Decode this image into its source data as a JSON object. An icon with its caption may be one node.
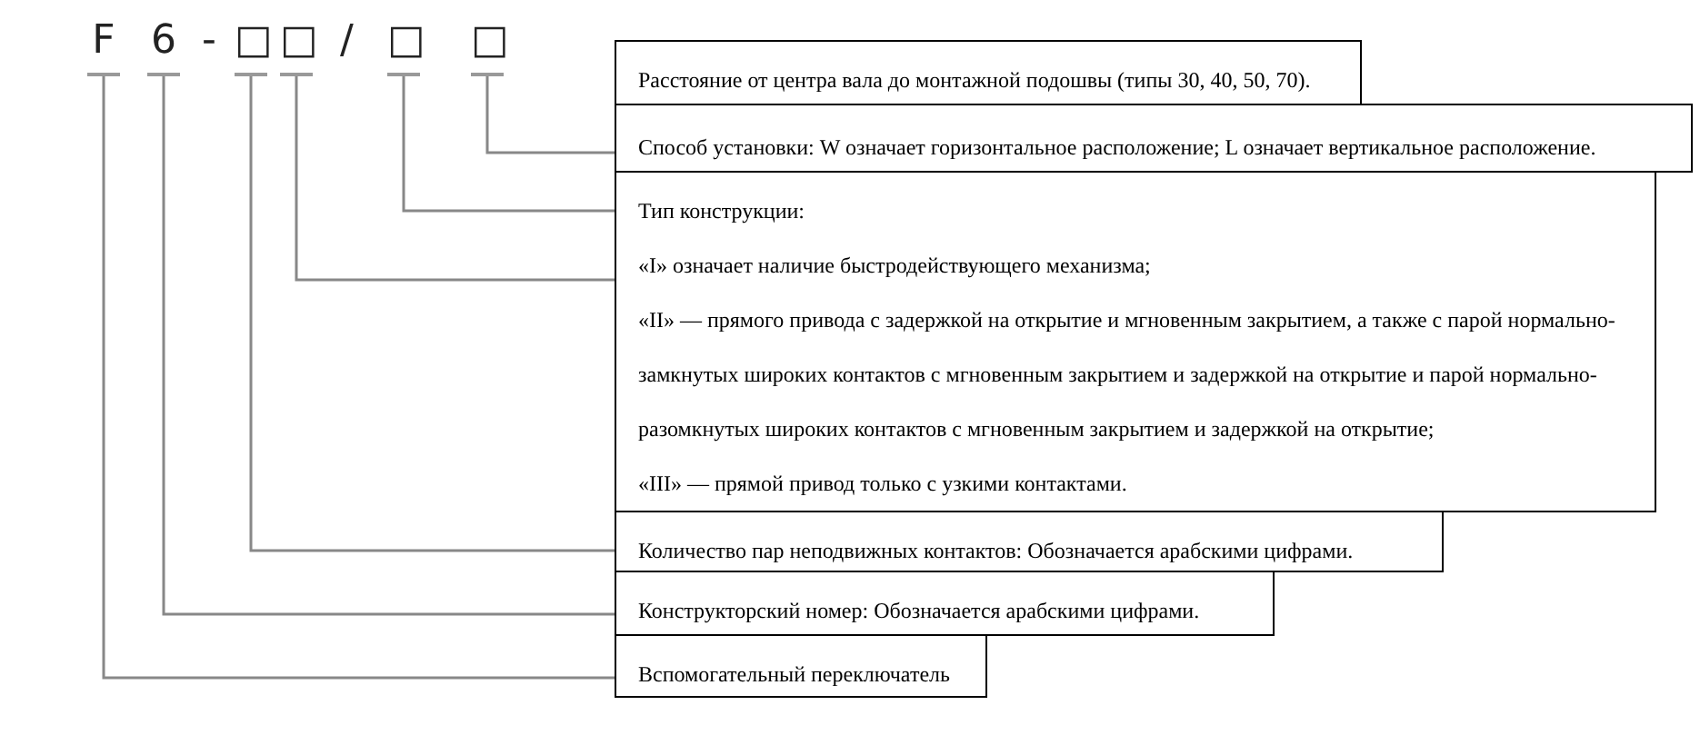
{
  "diagram": {
    "nodes": [
      {
        "text": [
          "F"
        ]
      },
      {
        "text": [
          "6"
        ]
      },
      {
        "text": [
          "□"
        ]
      },
      {
        "text": [
          "□"
        ]
      },
      {
        "text": [
          "□"
        ]
      },
      {
        "text": [
          "□"
        ]
      },
      {
        "text": [
          "Расстояние от центра вала до монтажной подошвы (типы 30, 40, 50, 70)."
        ]
      },
      {
        "text": [
          "Способ установки: W означает горизонтальное расположение; L означает вертикальное расположение."
        ]
      },
      {
        "text": [
          "Тип конструкции:",
          "«I» означает наличие быстродействующего механизма;",
          "«II» — прямого привода с задержкой на открытие и мгновенным закрытием, а также с парой нормально-замкнутых широких контактов с мгновенным закрытием и задержкой на открытие и парой нормально-разомкнутых широких контактов с мгновенным закрытием и задержкой на открытие;",
          "«III» — прямой привод только с узкими контактами."
        ]
      },
      {
        "text": [
          "Количество пар неподвижных контактов: Обозначается арабскими цифрами."
        ]
      },
      {
        "text": [
          "Конструкторский номер:  Обозначается арабскими цифрами."
        ]
      },
      {
        "text": [
          "Вспомогательный переключатель"
        ]
      }
    ],
    "edges": [
      {
        "from": 5,
        "to": 7,
        "arrow": "none"
      },
      {
        "from": 4,
        "to": 8,
        "arrow": "none"
      },
      {
        "from": 3,
        "to": 8,
        "arrow": "none"
      },
      {
        "from": 2,
        "to": 9,
        "arrow": "none"
      },
      {
        "from": 1,
        "to": 10,
        "arrow": "none"
      },
      {
        "from": 0,
        "to": 11,
        "arrow": "none"
      }
    ],
    "labels": [
      "-",
      "/"
    ]
  }
}
